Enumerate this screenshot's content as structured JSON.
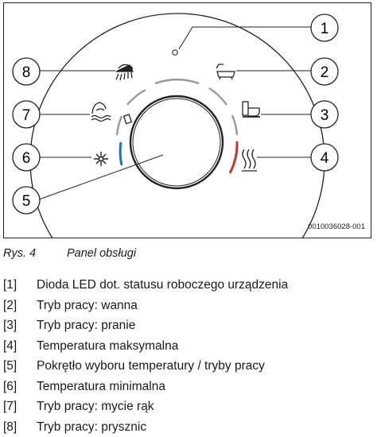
{
  "figure": {
    "callouts": [
      "1",
      "2",
      "3",
      "4",
      "5",
      "8",
      "7",
      "6"
    ],
    "reference_code": "0010036028-001",
    "icons": {
      "shower": "shower-icon",
      "bathtub": "bathtub-icon",
      "sink": "sink-icon",
      "hand_wash": "hand-wash-icon",
      "heat_max": "heat-waves-icon",
      "frost_min": "snowflake-icon"
    },
    "colors": {
      "min_indicator": "#1f6fb2",
      "max_indicator": "#c0392b",
      "outline": "#222222"
    }
  },
  "caption": {
    "number": "Rys. 4",
    "title": "Panel obsługi"
  },
  "legend": [
    {
      "num": "[1]",
      "text": "Dioda LED dot. statusu roboczego urządzenia"
    },
    {
      "num": "[2]",
      "text": "Tryb pracy: wanna"
    },
    {
      "num": "[3]",
      "text": "Tryb pracy: pranie"
    },
    {
      "num": "[4]",
      "text": "Temperatura maksymalna"
    },
    {
      "num": "[5]",
      "text": "Pokrętło wyboru temperatury / tryby pracy"
    },
    {
      "num": "[6]",
      "text": "Temperatura minimalna"
    },
    {
      "num": "[7]",
      "text": "Tryb pracy: mycie rąk"
    },
    {
      "num": "[8]",
      "text": "Tryb pracy: prysznic"
    }
  ]
}
